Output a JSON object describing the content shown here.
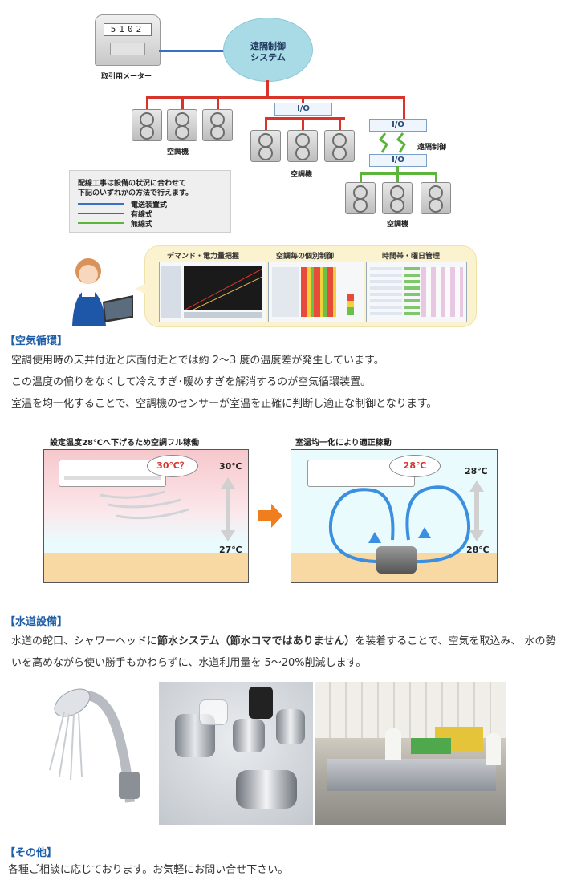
{
  "diagram": {
    "meter_label": "取引用メーター",
    "meter_digits": "5102",
    "system_label_line1": "遠隔制御",
    "system_label_line2": "システム",
    "ac_label": "空調機",
    "io_label": "I/O",
    "remote_label": "遠隔制御",
    "note_line1": "配線工事は設備の状況に合わせて",
    "note_line2": "下記のいずれかの方法で行えます。",
    "legend": [
      {
        "label": "電送装置式",
        "color": "#3a6fc7"
      },
      {
        "label": "有線式",
        "color": "#d9342b"
      },
      {
        "label": "無線式",
        "color": "#5bb53a"
      }
    ]
  },
  "screens": {
    "panel1_title": "デマンド・電力量把握",
    "panel2_title": "空調毎の個別制御",
    "panel3_title": "時間帯・曜日管理"
  },
  "air": {
    "heading": "【空気循環】",
    "lines": [
      "空調使用時の天井付近と床面付近とでは約 2〜3 度の温度差が発生しています。",
      "この温度の偏りをなくして冷えすぎ･暖めすぎを解消するのが空気循環装置。",
      "室温を均一化することで、空調機のセンサーが室温を正確に判断し適正な制御となります。"
    ],
    "before_caption": "設定温度28℃へ下げるため空調フル稼働",
    "after_caption": "室温均一化により適正稼動",
    "before_bubble": "30℃？",
    "after_bubble": "28℃",
    "before_top": "30℃",
    "before_bottom": "27℃",
    "after_top": "28℃",
    "after_bottom": "28℃"
  },
  "water": {
    "heading": "【水道設備】",
    "line1_part1": "水道の蛇口、シャワーヘッドに",
    "line1_bold": "節水システム（節水コマではありません）",
    "line1_part2": "を装着することで、空気を取込み、 水の勢",
    "line2": "いを高めながら使い勝手もかわらずに、水道利用量を 5〜20%削減します。"
  },
  "other": {
    "heading": "【その他】",
    "line": "各種ご相談に応じております。お気軽にお問い合せ下さい。"
  }
}
